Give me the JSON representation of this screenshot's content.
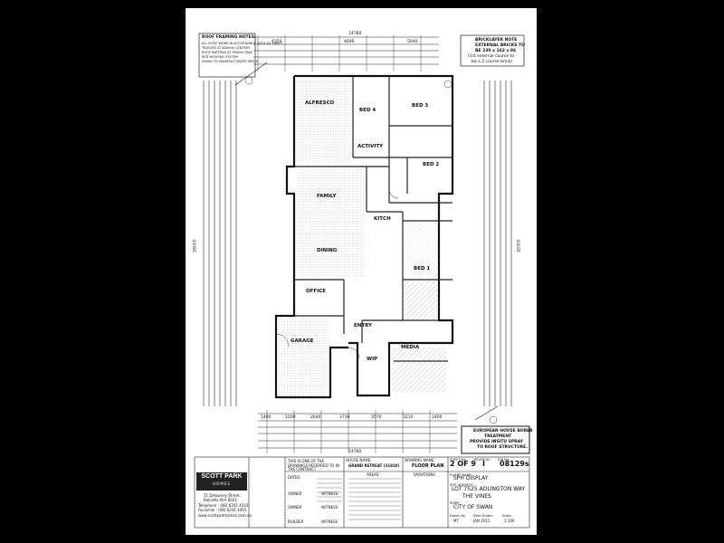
{
  "roof_notes": {
    "title": "ROOF FRAMING NOTES:",
    "lines": [
      "ALL ROOF WORK IN ACCORDANCE WITH AS 1684.2",
      "TRUSSES AT 600mm CENTRES",
      "ROOF BATTENS AT 900mm MAX",
      "RED ROOFING SYSTEM",
      "FINISH TO MANUFACTURERS SPECS."
    ]
  },
  "brick_note": {
    "title": "BRICKLAYER NOTE",
    "lines": [
      "EXTERNAL BRICKS TO",
      "BE 230 x 162 x 86",
      "(1st external course to",
      "be a 2 course brick)"
    ]
  },
  "dims": {
    "top_overall": "14780",
    "top_segments": [
      "4350",
      "4690",
      "5040"
    ],
    "bottom_overall": "14780",
    "bottom_segments": [
      "1400",
      "1200",
      "2640",
      "3730",
      "3570",
      "3210",
      "2460"
    ],
    "left_overall": "26000",
    "right_overall": "20300"
  },
  "rooms": {
    "alfresco": "ALFRESCO",
    "bed4": "BED 4",
    "bed3": "BED 3",
    "bed2": "BED 2",
    "activity": "ACTIVITY",
    "family": "FAMILY",
    "kitch": "KITCH",
    "dining": "DINING",
    "bed1": "BED 1",
    "office": "OFFICE",
    "entry": "ENTRY",
    "garage": "GARAGE",
    "media": "MEDIA",
    "wip": "WIP"
  },
  "borer_note": {
    "lines": [
      "EUROPEAN HOUSE BORER",
      "TREATMENT",
      "PROVIDE INSITU SPRAY",
      "TO ROOF STRUCTURE."
    ]
  },
  "logo": {
    "name_line1": "SCOTT PARK",
    "name_line2": "HOMES",
    "address": "11 Delawney Street,",
    "suburb": "Balcatta  W.A  6021",
    "tel": "Telephone : (08) 6241 4333",
    "fax": "Facsimile : (08) 6241 4455",
    "web": "www.scottparkhomes.com.au"
  },
  "title_block": {
    "dwgs_note": "THIS IS ONE OF THE DRAWINGS REFERRED TO IN THE CONTRACT",
    "dated": "DATED",
    "owner": "OWNER",
    "builder": "BUILDER",
    "witness": "WITNESS",
    "house_name_label": "HOUSE NAME:",
    "house_name": "GRAND RETREAT (31820)",
    "areas_label": "AREAS",
    "drawing_name_label": "DRAWING NAME:",
    "drawing_name": "FLOOR PLAN",
    "variations_label": "VARIATIONS",
    "sheet_no_label": "SHEET No:",
    "sheet_no": "2 OF 9",
    "revision_label": "REVISION",
    "revision": "I",
    "job_no_label": "JOB No:",
    "job_no": "08129s",
    "client_label": "CLIENT NAME:",
    "client": "SPH DISPLAY",
    "site_label": "SITE ADDRESS:",
    "site_line1": "LOT 7525 ADLINGTON WAY",
    "site_line2": "THE VINES",
    "shire_label": "SHIRE:",
    "shire": "CITY OF SWAN",
    "drawn_by_label": "Drawn By:",
    "drawn_by": "MT",
    "date_drawn_label": "Date Drawn:",
    "date_drawn": "JAN 2011",
    "scale_label": "Scale:",
    "scale": "1:100"
  }
}
